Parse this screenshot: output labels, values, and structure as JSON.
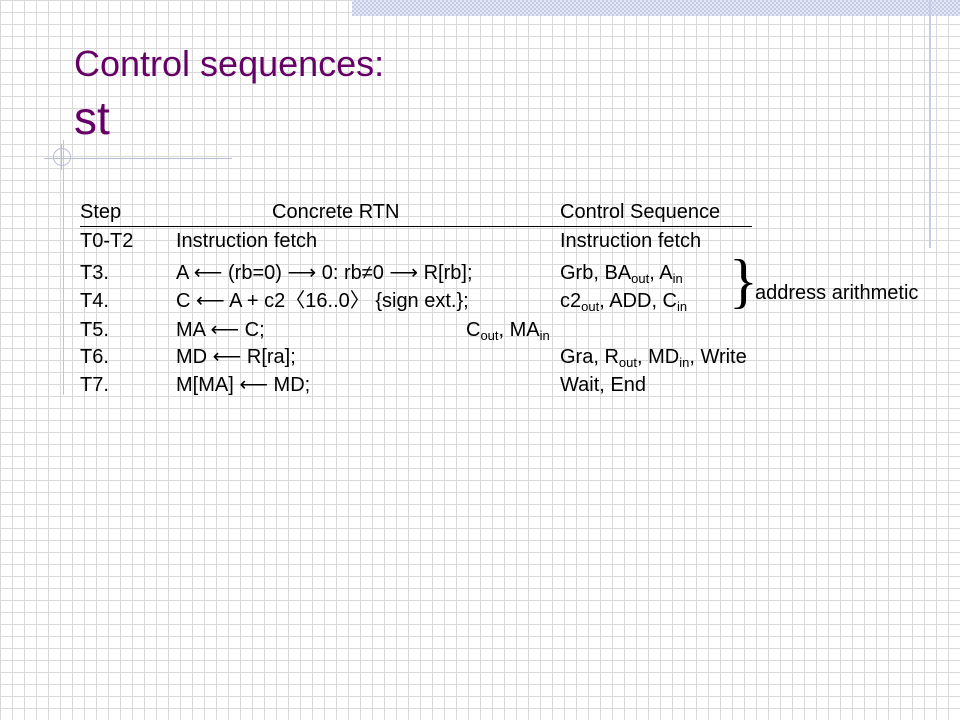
{
  "title": {
    "line1": "Control sequences:",
    "line2": "st"
  },
  "headers": {
    "step": "Step",
    "rtn": "Concrete RTN",
    "control": "Control Sequence"
  },
  "rows": [
    {
      "step": "T0-T2",
      "rtn": "Instruction fetch",
      "control": "Instruction fetch"
    },
    {
      "step": "T3.",
      "rtn": "A ⟵ (rb=0) ⟶ 0: rb≠0 ⟶ R[rb];",
      "control": {
        "a": "Grb, BA",
        "a_sub": "out",
        "b": ", A",
        "b_sub": "in"
      }
    },
    {
      "step": "T4.",
      "rtn": "C ⟵ A +  c2〈16..0〉 {sign ext.};",
      "control": {
        "a": "c2",
        "a_sub": "out",
        "b": ", ADD, C",
        "b_sub": "in"
      }
    },
    {
      "step": "T5.",
      "rtn": "MA ⟵ C;",
      "control": {
        "a": "C",
        "a_sub": "out",
        "b": ", MA",
        "b_sub": "in"
      }
    },
    {
      "step": "T6.",
      "rtn": "MD ⟵ R[ra];",
      "control": {
        "a": "Gra, R",
        "a_sub": "out",
        "b": ", MD",
        "b_sub": "in",
        "c": ", Write"
      }
    },
    {
      "step": "T7.",
      "rtn": "M[MA] ⟵ MD;",
      "control": "Wait, End"
    }
  ],
  "annotation": {
    "brace": "}",
    "text": "address arithmetic"
  }
}
